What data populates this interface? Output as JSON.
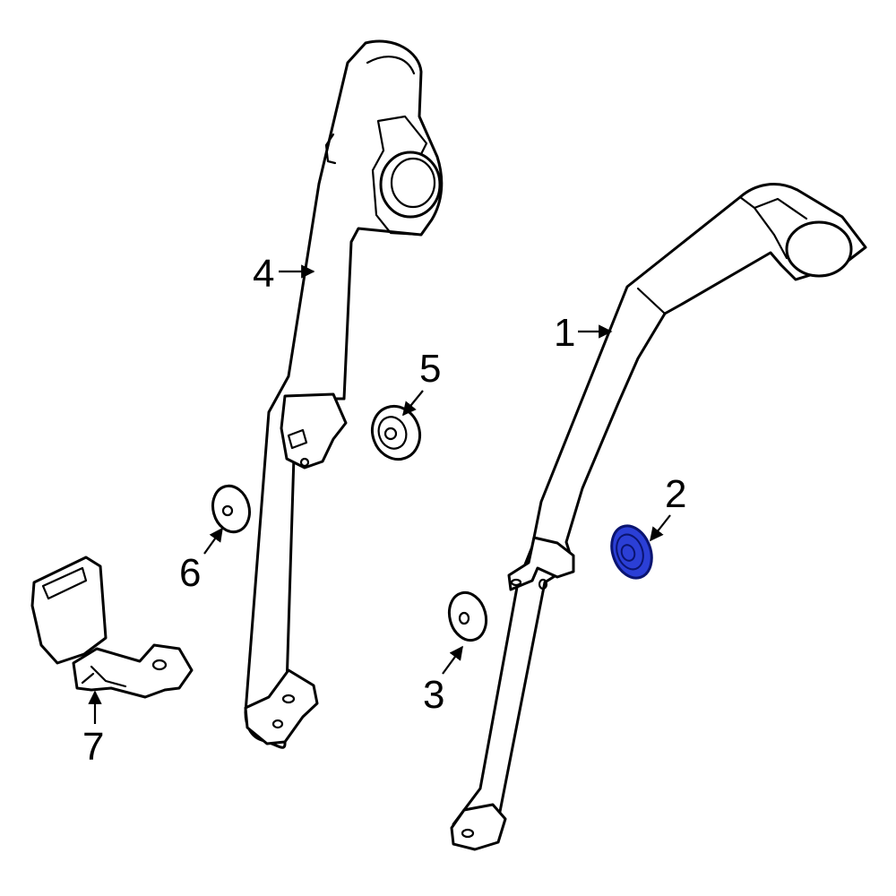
{
  "colors": {
    "line": "#000000",
    "background": "#ffffff",
    "highlight_fill": "#2b3fd6",
    "highlight_stroke": "#0a1470"
  },
  "highlighted_part": "2",
  "callouts": [
    {
      "id": "1",
      "label": "1"
    },
    {
      "id": "2",
      "label": "2"
    },
    {
      "id": "3",
      "label": "3"
    },
    {
      "id": "4",
      "label": "4"
    },
    {
      "id": "5",
      "label": "5"
    },
    {
      "id": "6",
      "label": "6"
    },
    {
      "id": "7",
      "label": "7"
    }
  ]
}
